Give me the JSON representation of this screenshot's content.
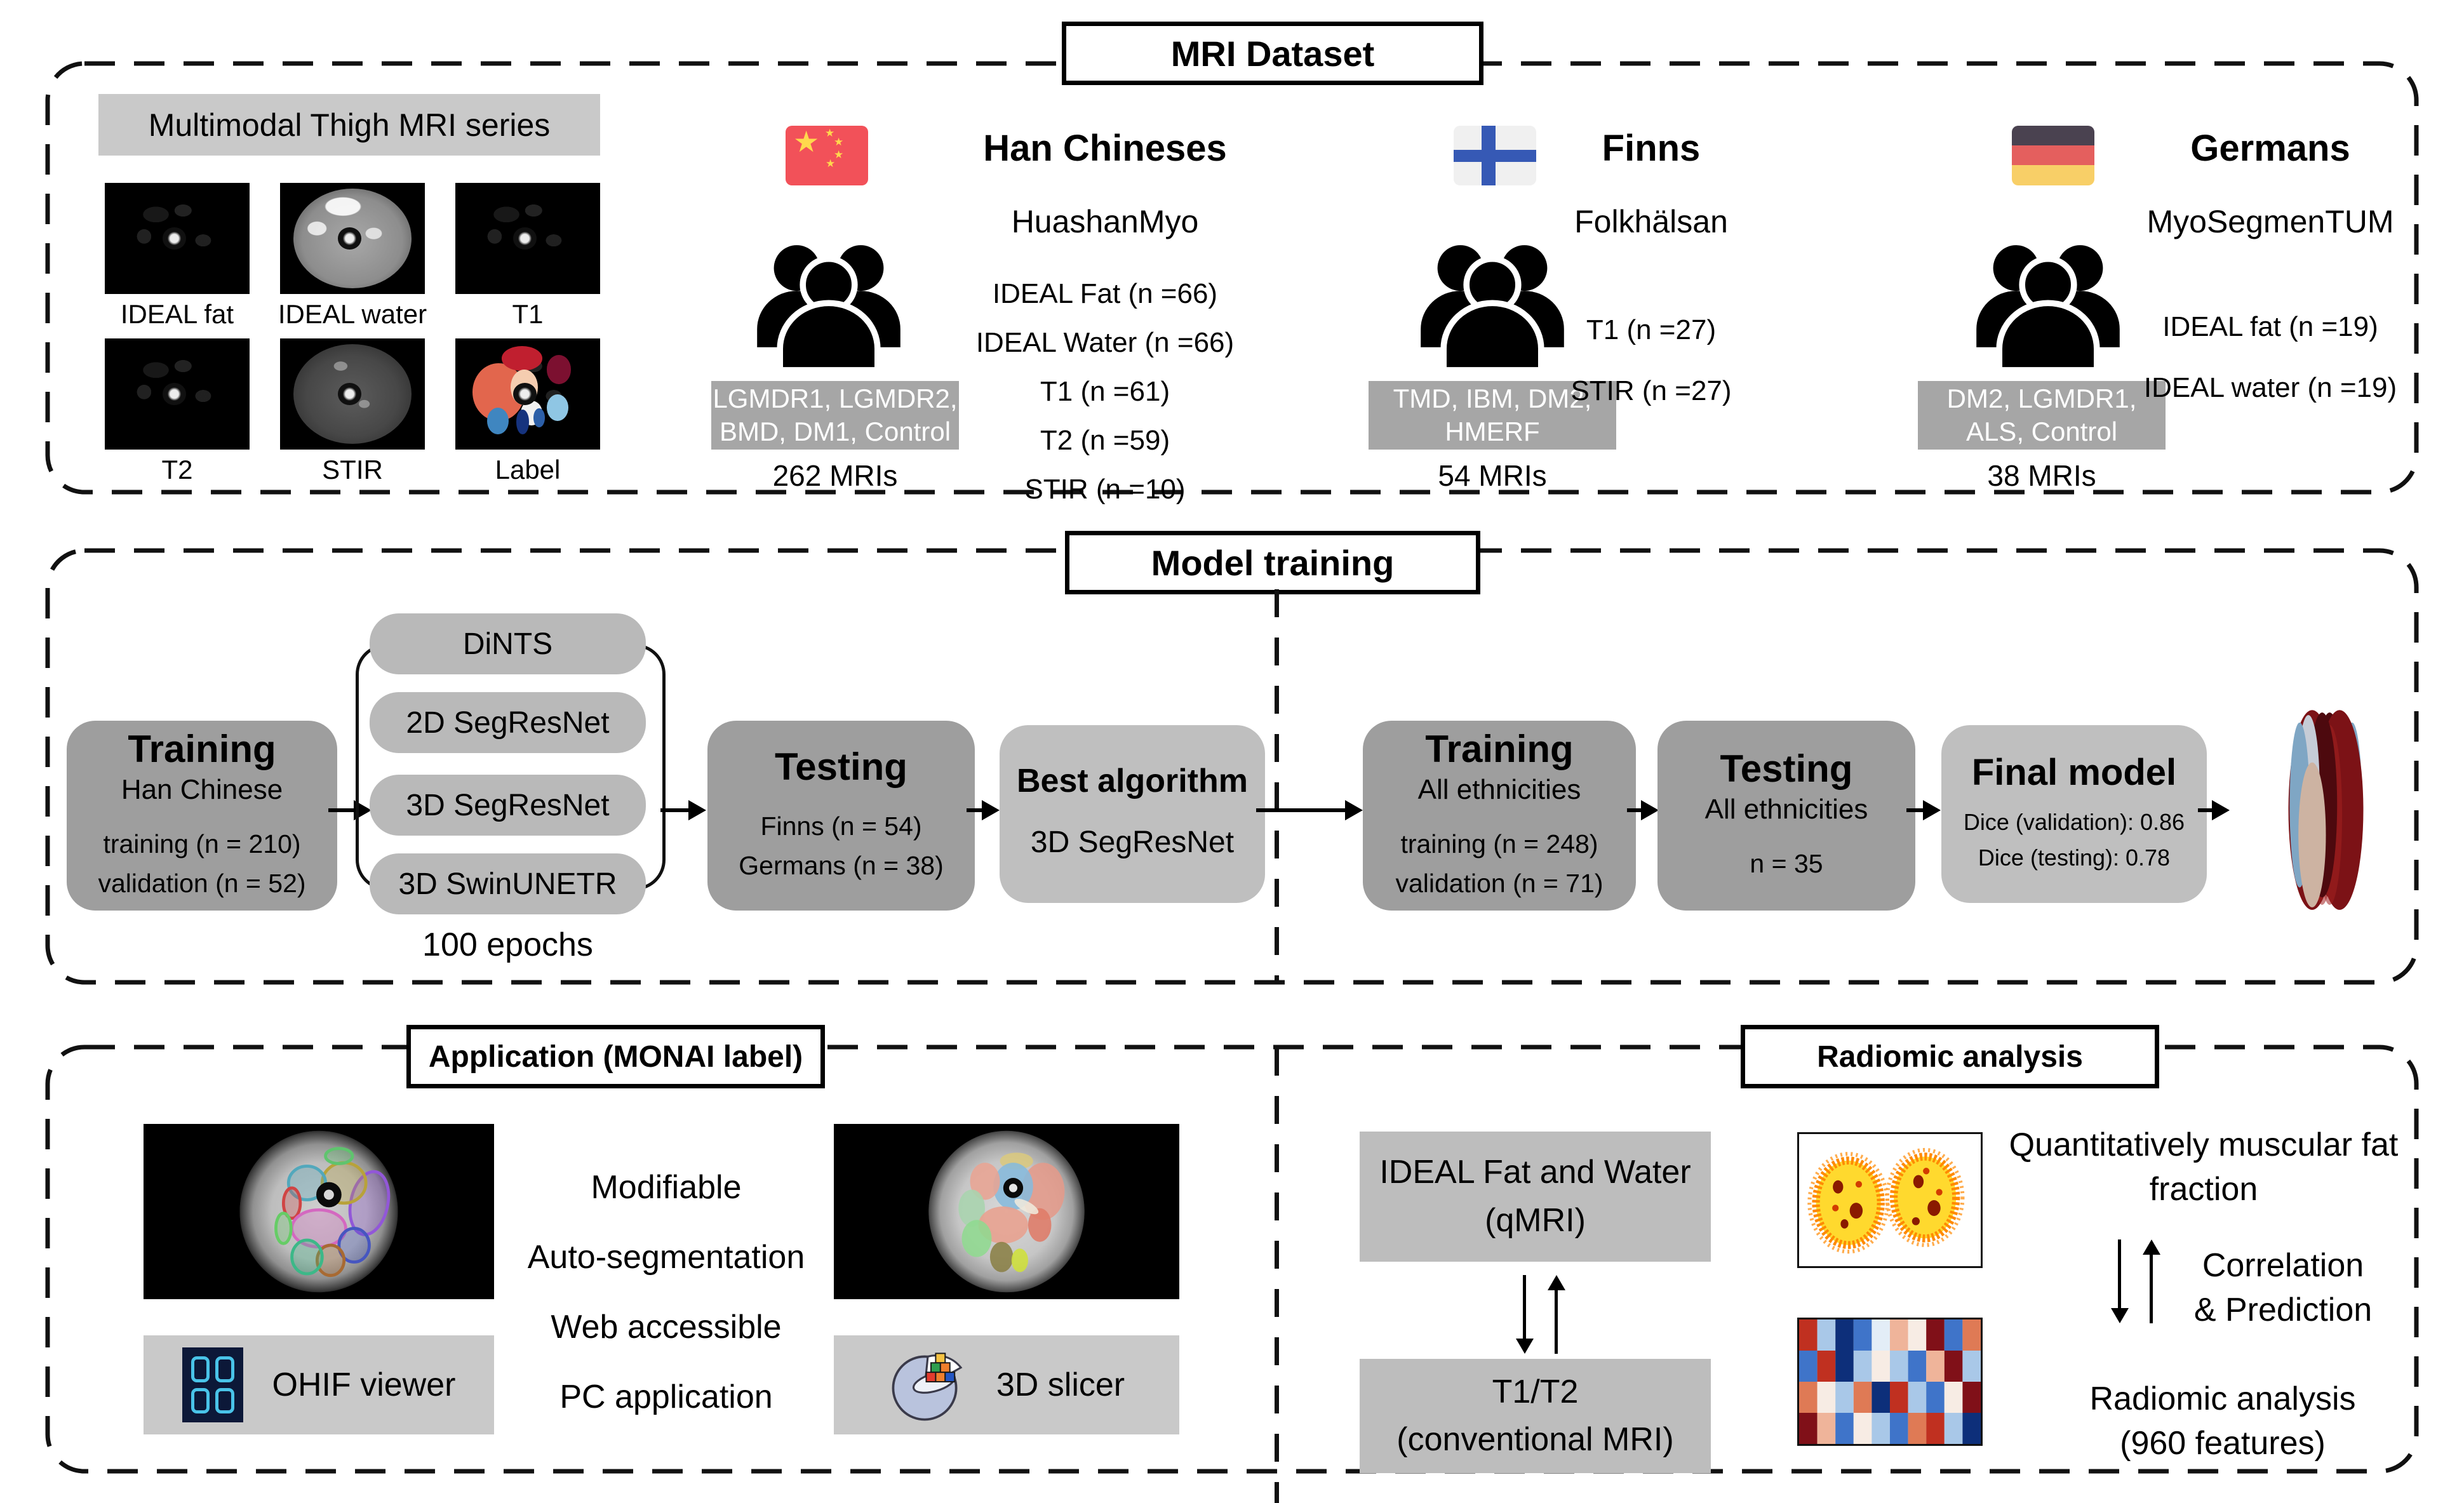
{
  "panels": {
    "dataset": {
      "title": "MRI Dataset",
      "multimodal": {
        "header": "Multimodal Thigh MRI series",
        "thumb_labels": [
          "IDEAL fat",
          "IDEAL water",
          "T1",
          "T2",
          "STIR",
          "Label"
        ]
      },
      "cohorts": [
        {
          "flag": "china-flag",
          "name": "Han Chineses",
          "cohort": "HuashanMyo",
          "series": [
            "IDEAL Fat (n =66)",
            "IDEAL Water (n =66)",
            "T1 (n =61)",
            "T2 (n =59)",
            "STIR (n =10)"
          ],
          "diagnoses": "LGMDR1, LGMDR2, BMD, DM1, Control",
          "count": "262 MRIs"
        },
        {
          "flag": "finland-flag",
          "name": "Finns",
          "cohort": "Folkhälsan",
          "series": [
            "T1 (n =27)",
            "STIR (n =27)"
          ],
          "diagnoses": "TMD, IBM, DM2, HMERF",
          "count": "54 MRIs"
        },
        {
          "flag": "germany-flag",
          "name": "Germans",
          "cohort": "MyoSegmenTUM",
          "series": [
            "IDEAL fat (n =19)",
            "IDEAL water (n =19)"
          ],
          "diagnoses": "DM2, LGMDR1, ALS, Control",
          "count": "38 MRIs"
        }
      ]
    },
    "training": {
      "title": "Model training",
      "stage1": {
        "training": {
          "title": "Training",
          "subtitle": "Han Chinese",
          "lines": [
            "training (n = 210)",
            "validation (n = 52)"
          ]
        },
        "algorithms": [
          "DiNTS",
          "2D SegResNet",
          "3D SegResNet",
          "3D SwinUNETR"
        ],
        "epochs": "100 epochs",
        "testing": {
          "title": "Testing",
          "lines": [
            "Finns (n = 54)",
            "Germans (n = 38)"
          ]
        },
        "best": {
          "title": "Best algorithm",
          "lines": [
            "3D SegResNet"
          ]
        }
      },
      "stage2": {
        "training": {
          "title": "Training",
          "subtitle": "All ethnicities",
          "lines": [
            "training (n = 248)",
            "validation (n = 71)"
          ]
        },
        "testing": {
          "title": "Testing",
          "subtitle": "All ethnicities",
          "lines": [
            "n = 35"
          ]
        },
        "final": {
          "title": "Final model",
          "lines": [
            "Dice (validation): 0.86",
            "Dice (testing): 0.78"
          ]
        }
      }
    },
    "application": {
      "title": "Application (MONAI label)",
      "features": [
        "Modifiable",
        "Auto-segmentation",
        "Web accessible",
        "PC application"
      ],
      "tools": [
        {
          "icon": "ohif-icon",
          "label": "OHIF viewer"
        },
        {
          "icon": "slicer-icon",
          "label": "3D slicer"
        }
      ]
    },
    "radiomics": {
      "title": "Radiomic analysis",
      "qmri_line1": "IDEAL Fat and Water",
      "qmri_line2": "(qMRI)",
      "conv_line1": "T1/T2",
      "conv_line2": "(conventional MRI)",
      "fat_fraction_label": "Quantitatively muscular fat fraction",
      "correlation_line1": "Correlation",
      "correlation_line2": "& Prediction",
      "radiomic_line1": "Radiomic analysis",
      "radiomic_line2": "(960 features)"
    }
  },
  "colors": {
    "stat_box_dark": "#9e9e9e",
    "stat_box_light": "#bfbfbf",
    "algorithm_box": "#b9b9b9",
    "diagnosis_box": "#a6a6a6",
    "header_box": "#c9c9c9",
    "flag_china_red": "#f25159",
    "flag_finland_blue": "#3659b5",
    "flag_germany_stripes": [
      "#4a4250",
      "#e45f5e",
      "#f8cf67"
    ],
    "ohif_icon_cyan": "#49c3e8",
    "ohif_icon_navy": "#0c1838"
  }
}
